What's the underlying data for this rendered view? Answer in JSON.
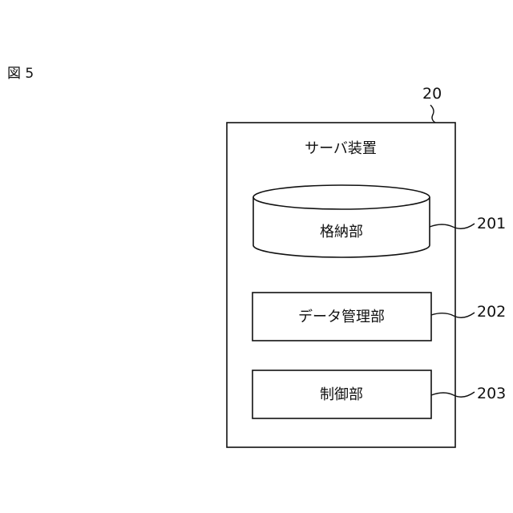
{
  "figure_label": "図 5",
  "server": {
    "ref": "20",
    "title": "サーバ装置"
  },
  "storage": {
    "label": "格納部",
    "ref": "201"
  },
  "data_manager": {
    "label": "データ管理部",
    "ref": "202"
  },
  "controller": {
    "label": "制御部",
    "ref": "203"
  },
  "colors": {
    "line": "#111111",
    "background": "#ffffff"
  }
}
